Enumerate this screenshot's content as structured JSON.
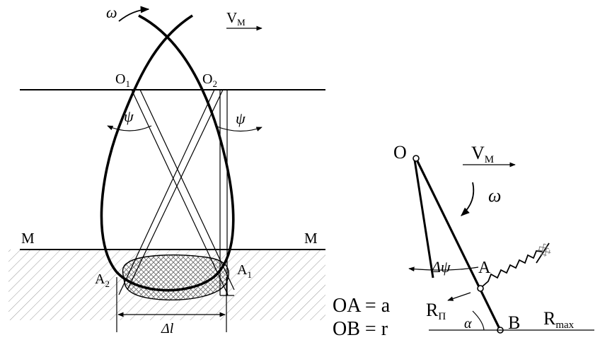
{
  "left": {
    "omega": "ω",
    "vm_main": "V",
    "vm_sub": "М",
    "o1_main": "O",
    "o1_sub": "1",
    "o2_main": "O",
    "o2_sub": "2",
    "psi_left": "ψ",
    "psi_right": "ψ",
    "m_left": "М",
    "m_right": "М",
    "a2_main": "A",
    "a2_sub": "2",
    "a1_main": "A",
    "a1_sub": "1",
    "delta_l": "Δl"
  },
  "right": {
    "o": "O",
    "vm_main": "V",
    "vm_sub": "М",
    "omega": "ω",
    "delta_psi": "Δψ",
    "a": "A",
    "oa_eq": "OA = a",
    "ob_eq": "OB = r",
    "rp_main": "R",
    "rp_sub": "П",
    "alpha": "α",
    "b": "B",
    "rmax_main": "R",
    "rmax_sub": "max"
  }
}
